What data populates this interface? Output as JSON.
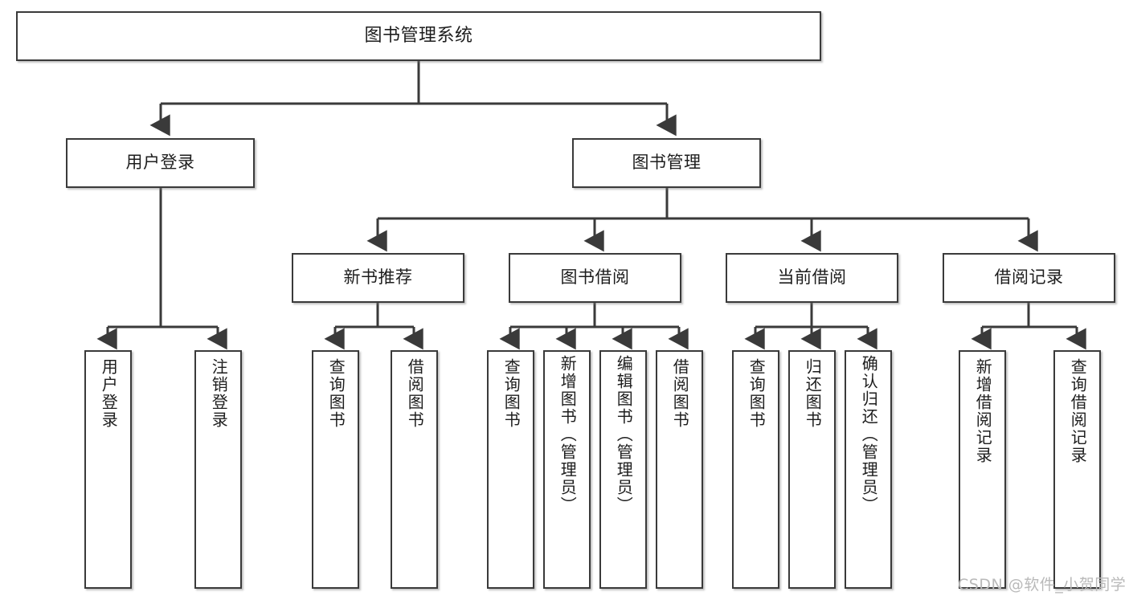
{
  "diagram": {
    "type": "tree-hierarchy-chart",
    "title": "图书管理系统",
    "stroke_color": "#3a3a3a",
    "background_color": "#ffffff",
    "text_color": "#1d1d1d"
  },
  "nodes": {
    "root": {
      "label": "图书管理系统"
    },
    "level1": [
      {
        "label": "用户登录"
      },
      {
        "label": "图书管理"
      }
    ],
    "level2": [
      {
        "label": "新书推荐"
      },
      {
        "label": "图书借阅"
      },
      {
        "label": "当前借阅"
      },
      {
        "label": "借阅记录"
      }
    ],
    "leaves": {
      "user_login": [
        {
          "label": "用户登录"
        },
        {
          "label": "注销登录"
        }
      ],
      "new_book_recommend": [
        {
          "label": "查询图书"
        },
        {
          "label": "借阅图书"
        }
      ],
      "book_borrow": [
        {
          "label": "查询图书"
        },
        {
          "label": "新增图书（管理员）"
        },
        {
          "label": "编辑图书（管理员）"
        },
        {
          "label": "借阅图书"
        }
      ],
      "current_borrow": [
        {
          "label": "查询图书"
        },
        {
          "label": "归还图书"
        },
        {
          "label": "确认归还（管理员）"
        }
      ],
      "borrow_record": [
        {
          "label": "新增借阅记录"
        },
        {
          "label": "查询借阅记录"
        }
      ]
    }
  },
  "watermark": {
    "text": "CSDN @软件_小贺同学",
    "color": "#b9b9b9"
  }
}
